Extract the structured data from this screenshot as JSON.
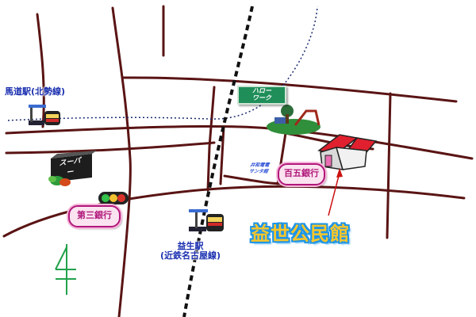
{
  "map": {
    "labels": {
      "madomichi_station": "馬道駅(北勢線)",
      "sanjyu_bank": "第三銀行",
      "hyakugo_bank": "百五銀行",
      "masuo_station_line1": "益生駅",
      "masuo_station_line2": "(近鉄名古屋線)",
      "hall_name": "益世公民館",
      "hello_work": "ハローワーク",
      "hello_work_line1": "ハロー",
      "hello_work_line2": "ワーク",
      "supermarket": "スーパー",
      "ido_mark_line1": "井和電電",
      "ido_mark_line2": "サンタ館"
    },
    "north_arrow": {
      "icon": "north-arrow-icon"
    },
    "colors": {
      "road": "#5a1414",
      "rail": "#111111",
      "bank_border": "#b0187a",
      "hall_text_fill": "#f7c62c",
      "hall_text_outline": "#1f95e6",
      "pointer_arrow": "#cc1111",
      "north_arrow": "#22a24a",
      "house_roof": "#e0202e",
      "hello_work_bg": "#1f8e59"
    },
    "icons": [
      "station-icon",
      "station-icon",
      "traffic-light-icon",
      "supermarket-icon",
      "park-icon",
      "house-icon",
      "pointer-arrow-icon",
      "north-arrow-icon"
    ]
  }
}
